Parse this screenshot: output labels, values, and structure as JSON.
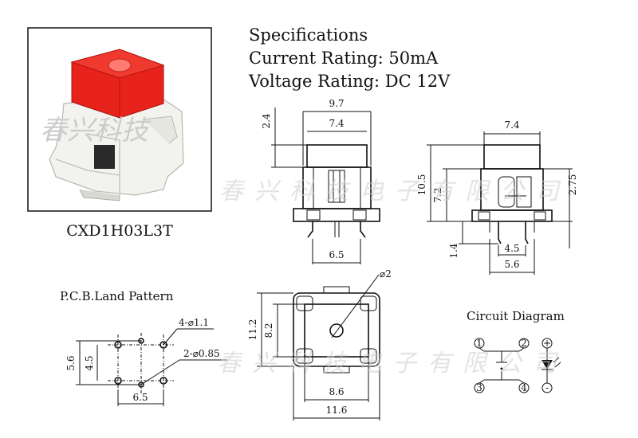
{
  "specs": {
    "heading": "Specifications",
    "current": "Current Rating: 50mA",
    "voltage": "Voltage Rating: DC 12V"
  },
  "model": "CXD1H03L3T",
  "front_view": {
    "d_total_width": "9.7",
    "d_cap_width": "7.4",
    "d_cap_height": "2.4",
    "d_pin_span": "6.5"
  },
  "side_view": {
    "d_cap_width": "7.4",
    "d_total_height": "10.5",
    "d_body_height": "7.2",
    "d_pin_length": "1.4",
    "d_led_height": "2.75",
    "d_pin_inner": "4.5",
    "d_pin_outer": "5.6"
  },
  "top_view": {
    "d_hole": "⌀2",
    "d_outer_height": "11.2",
    "d_inner_height": "8.2",
    "d_inner_width": "8.6",
    "d_outer_width": "11.6"
  },
  "pcb": {
    "title": "P.C.B.Land Pattern",
    "d_big_holes": "4-⌀1.1",
    "d_small_holes": "2-⌀0.85",
    "d_row_outer": "5.6",
    "d_row_inner": "4.5",
    "d_col": "6.5"
  },
  "circuit": {
    "title": "Circuit Diagram",
    "pin_1": "1",
    "pin_2": "2",
    "pin_3": "3",
    "pin_4": "4",
    "led_plus": "+",
    "led_minus": "-"
  },
  "watermark": {
    "photo_text": "春兴科技",
    "line_top": "春兴科技电子有限公司",
    "line_bottom": "春兴科技电子有限公司"
  },
  "colors": {
    "cap_red": "#e8231c",
    "body_white": "#f2f2ee",
    "line": "#111111"
  }
}
